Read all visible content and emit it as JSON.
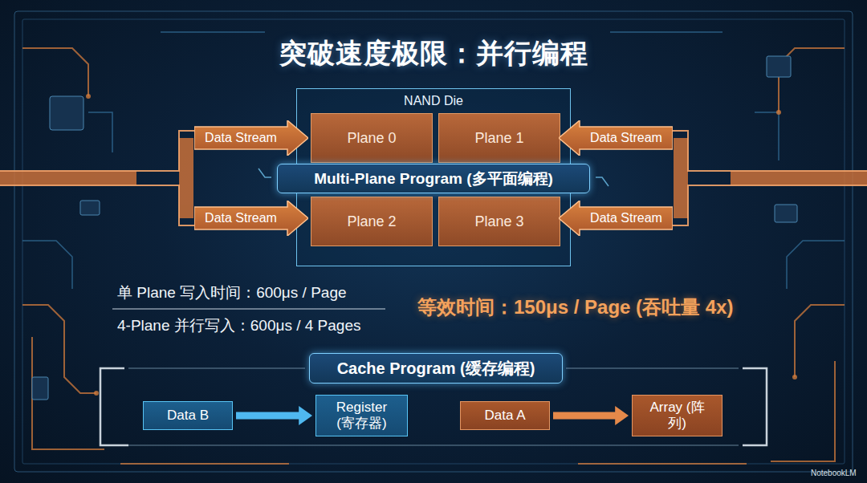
{
  "diagram": {
    "title": "突破速度极限：并行编程",
    "nodes": [
      {
        "text": [
          "NAND Die"
        ]
      },
      {
        "text": [
          "Plane 0"
        ],
        "in": 0
      },
      {
        "text": [
          "Plane 1"
        ],
        "in": 0
      },
      {
        "text": [
          "Plane 2"
        ],
        "in": 0
      },
      {
        "text": [
          "Plane 3"
        ],
        "in": 0
      },
      {
        "text": [
          "Multi-Plane Program (多平面编程)"
        ]
      },
      {
        "text": [
          "Data Stream"
        ]
      },
      {
        "text": [
          "Data Stream"
        ]
      },
      {
        "text": [
          "Data Stream"
        ]
      },
      {
        "text": [
          "Data Stream"
        ]
      },
      {
        "text": [
          "Cache Program (缓存编程)"
        ]
      },
      {
        "text": [
          "Data B"
        ]
      },
      {
        "text": [
          "Register (寄存器)"
        ]
      },
      {
        "text": [
          "Data A"
        ]
      },
      {
        "text": [
          "Array (阵列)"
        ]
      }
    ],
    "edges": [
      {
        "from": 11,
        "to": 12,
        "arrow": "to"
      },
      {
        "from": 13,
        "to": 14,
        "arrow": "to"
      }
    ],
    "labels": [
      "单 Plane 写入时间：600μs / Page",
      "4-Plane 并行写入：600μs / 4 Pages",
      "等效时间：150μs / Page (吞吐量 4x)",
      "NotebookLM"
    ]
  }
}
